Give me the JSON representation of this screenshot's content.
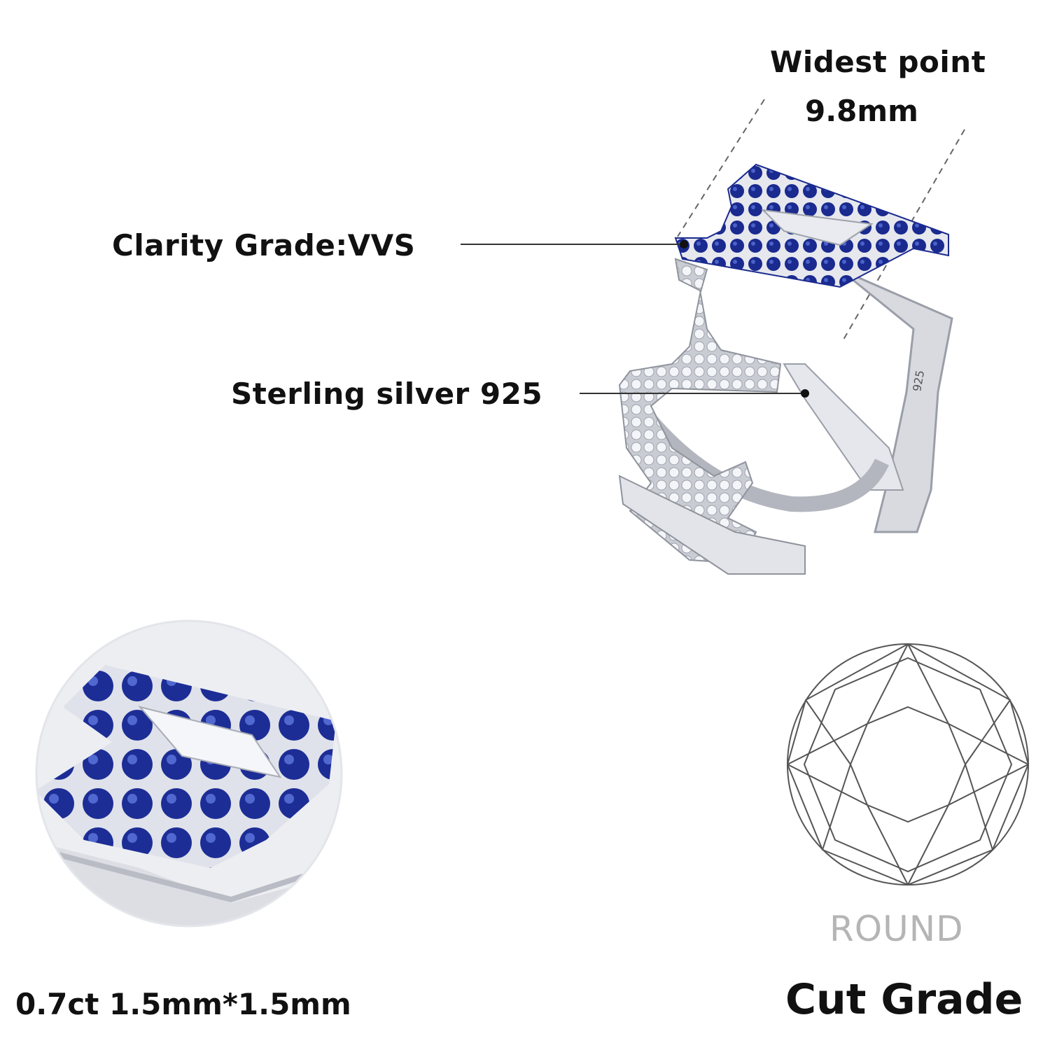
{
  "labels": {
    "widest_title": "Widest point",
    "widest_value": "9.8mm",
    "clarity": "Clarity Grade:VVS",
    "silver": "Sterling silver 925",
    "stone_size": "0.7ct 1.5mm*1.5mm",
    "shape": "ROUND",
    "cut_grade": "Cut Grade"
  },
  "colors": {
    "sapphire": "#1a2a8f",
    "silver": "#d4d6dc",
    "line": "#333333",
    "shape_text": "#b5b5b5"
  }
}
